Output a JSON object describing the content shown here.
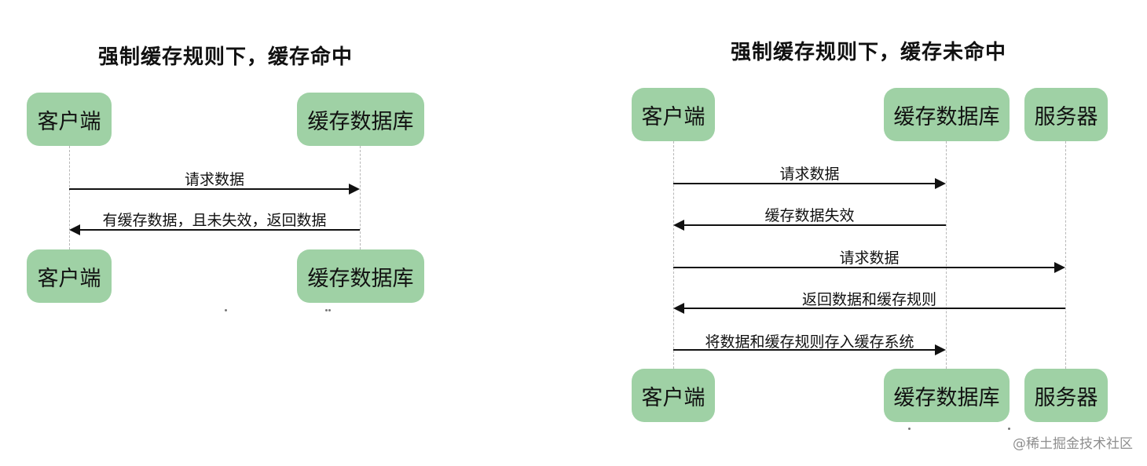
{
  "left_diagram": {
    "title": "强制缓存规则下，缓存命中",
    "participants": {
      "client": "客户端",
      "cache_db": "缓存数据库"
    },
    "messages": [
      {
        "from": "client",
        "to": "cache_db",
        "label": "请求数据"
      },
      {
        "from": "cache_db",
        "to": "client",
        "label": "有缓存数据，且未失效，返回数据"
      }
    ]
  },
  "right_diagram": {
    "title": "强制缓存规则下，缓存未命中",
    "participants": {
      "client": "客户端",
      "cache_db": "缓存数据库",
      "server": "服务器"
    },
    "messages": [
      {
        "from": "client",
        "to": "cache_db",
        "label": "请求数据"
      },
      {
        "from": "cache_db",
        "to": "client",
        "label": "缓存数据失效"
      },
      {
        "from": "client",
        "to": "server",
        "label": "请求数据"
      },
      {
        "from": "server",
        "to": "client",
        "label": "返回数据和缓存规则"
      },
      {
        "from": "client",
        "to": "cache_db",
        "label": "将数据和缓存规则存入缓存系统"
      }
    ]
  },
  "watermark": "@稀土掘金技术社区",
  "colors": {
    "node_fill": "#9fd1a5",
    "arrow": "#111111",
    "lifeline": "#b7b7b7"
  }
}
